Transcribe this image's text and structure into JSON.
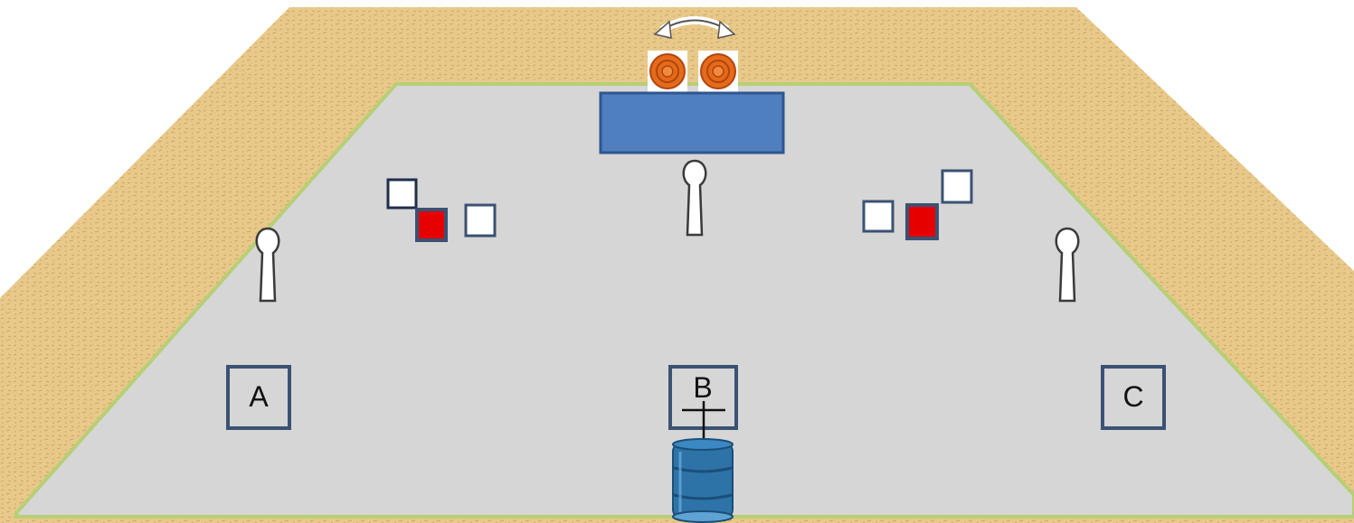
{
  "positions": [
    {
      "label": "A"
    },
    {
      "label": "B"
    },
    {
      "label": "C"
    }
  ],
  "colors": {
    "berm": "#e8c98a",
    "berm_texture": "#cfa862",
    "floor": "#d6d6d6",
    "border_green": "#b7cf76",
    "table": "#4f7fbe",
    "table_stroke": "#2f568f",
    "box_stroke": "#3a5273",
    "target_orange": "#e36b1b",
    "target_ring": "#b3440d",
    "red_marker": "#e60000",
    "barrel": "#2d73a8",
    "barrel_dark": "#1b4e78"
  },
  "icons": [
    "rotation-arrow-icon",
    "target-icon",
    "shooter-silhouette-icon",
    "barrel-icon",
    "fault-line-icon"
  ]
}
